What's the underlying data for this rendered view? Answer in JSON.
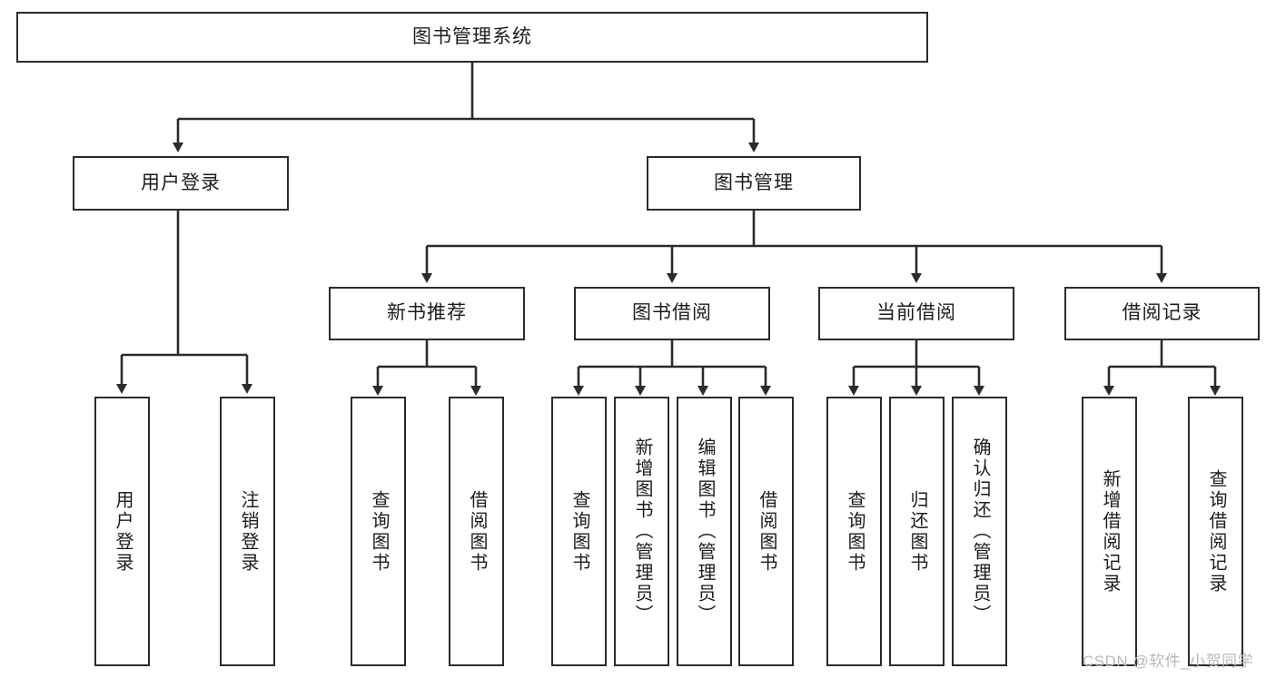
{
  "diagram": {
    "title": "图书管理系统",
    "type": "tree-hierarchy",
    "root": {
      "id": "root",
      "label": "图书管理系统"
    },
    "level1": [
      {
        "id": "user-login",
        "label": "用户登录"
      },
      {
        "id": "book-manage",
        "label": "图书管理"
      }
    ],
    "level2": [
      {
        "id": "new-book-recommend",
        "label": "新书推荐",
        "parent": "book-manage"
      },
      {
        "id": "book-borrow",
        "label": "图书借阅",
        "parent": "book-manage"
      },
      {
        "id": "current-borrow",
        "label": "当前借阅",
        "parent": "book-manage"
      },
      {
        "id": "borrow-record",
        "label": "借阅记录",
        "parent": "book-manage"
      }
    ],
    "leaves": [
      {
        "id": "leaf-user-login",
        "label": "用户登录",
        "parent": "user-login"
      },
      {
        "id": "leaf-logout-login",
        "label": "注销登录",
        "parent": "user-login"
      },
      {
        "id": "leaf-query-book-1",
        "label": "查询图书",
        "parent": "new-book-recommend"
      },
      {
        "id": "leaf-borrow-book-1",
        "label": "借阅图书",
        "parent": "new-book-recommend"
      },
      {
        "id": "leaf-query-book-2",
        "label": "查询图书",
        "parent": "book-borrow"
      },
      {
        "id": "leaf-add-book",
        "label": "新增图书（管理员）",
        "parent": "book-borrow"
      },
      {
        "id": "leaf-edit-book",
        "label": "编辑图书（管理员）",
        "parent": "book-borrow"
      },
      {
        "id": "leaf-borrow-book-2",
        "label": "借阅图书",
        "parent": "book-borrow"
      },
      {
        "id": "leaf-query-book-3",
        "label": "查询图书",
        "parent": "current-borrow"
      },
      {
        "id": "leaf-return-book",
        "label": "归还图书",
        "parent": "current-borrow"
      },
      {
        "id": "leaf-confirm-return",
        "label": "确认归还（管理员）",
        "parent": "current-borrow"
      },
      {
        "id": "leaf-add-record",
        "label": "新增借阅记录",
        "parent": "borrow-record"
      },
      {
        "id": "leaf-query-record",
        "label": "查询借阅记录",
        "parent": "borrow-record"
      }
    ],
    "watermark": "CSDN @软件_小贺同学",
    "colors": {
      "stroke": "#2b2b2b",
      "text": "#1c1c1c",
      "background": "#ffffff",
      "watermark": "#b9b9b9"
    }
  }
}
